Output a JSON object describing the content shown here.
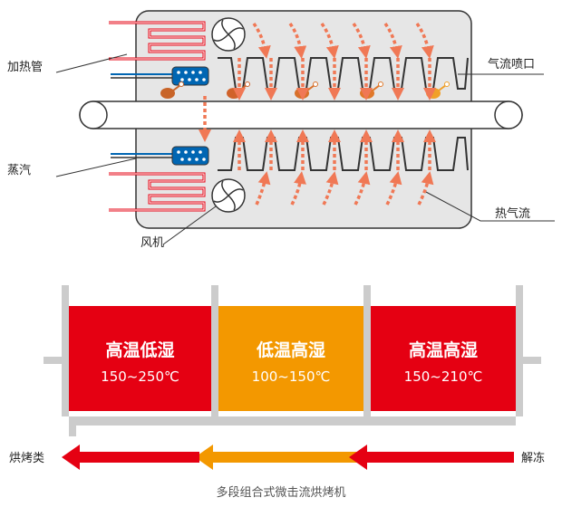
{
  "machine_labels": {
    "heater": "加热管",
    "steam": "蒸汽",
    "fan": "风机",
    "nozzle": "气流喷口",
    "hot_air": "热气流"
  },
  "zones": [
    {
      "name": "高温低湿",
      "temp": "150~250℃",
      "color": "#e50012"
    },
    {
      "name": "低温高湿",
      "temp": "100~150℃",
      "color": "#f39800"
    },
    {
      "name": "高温高湿",
      "temp": "150~210℃",
      "color": "#e50012"
    }
  ],
  "process": {
    "start_label": "解冻",
    "end_label": "烘烤类",
    "caption": "多段组合式微击流烘烤机"
  },
  "colors": {
    "red": "#e50012",
    "orange": "#f39800",
    "blue": "#0066b3",
    "chamber": "#e6e6e6",
    "gray": "#cccccc",
    "arrow": "#f07855"
  }
}
